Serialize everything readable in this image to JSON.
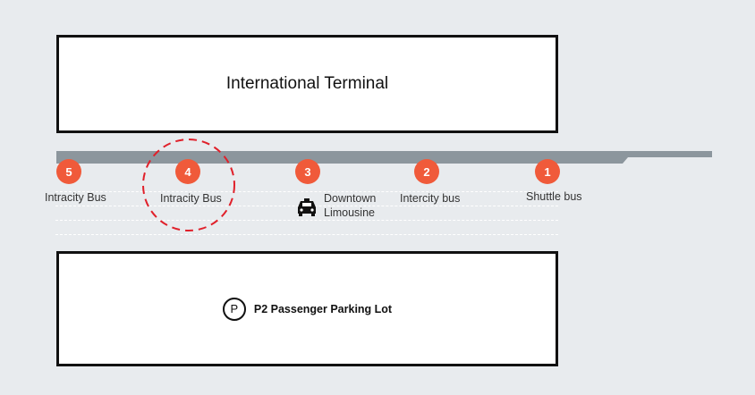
{
  "terminal": {
    "title": "International Terminal"
  },
  "parking": {
    "icon_letter": "P",
    "label": "P2 Passenger Parking Lot"
  },
  "stops": [
    {
      "number": "5",
      "label": "Intracity Bus",
      "highlighted": false
    },
    {
      "number": "4",
      "label": "Intracity Bus",
      "highlighted": true
    },
    {
      "number": "3",
      "label_line1": "Downtown",
      "label_line2": "Limousine",
      "icon": "taxi-icon",
      "highlighted": false
    },
    {
      "number": "2",
      "label": "Intercity bus",
      "highlighted": false
    },
    {
      "number": "1",
      "label": "Shuttle bus",
      "highlighted": false
    }
  ],
  "colors": {
    "badge": "#f05a3a",
    "highlight_ring": "#e0202a",
    "curb": "#8c969d",
    "background": "#e8ebee"
  }
}
